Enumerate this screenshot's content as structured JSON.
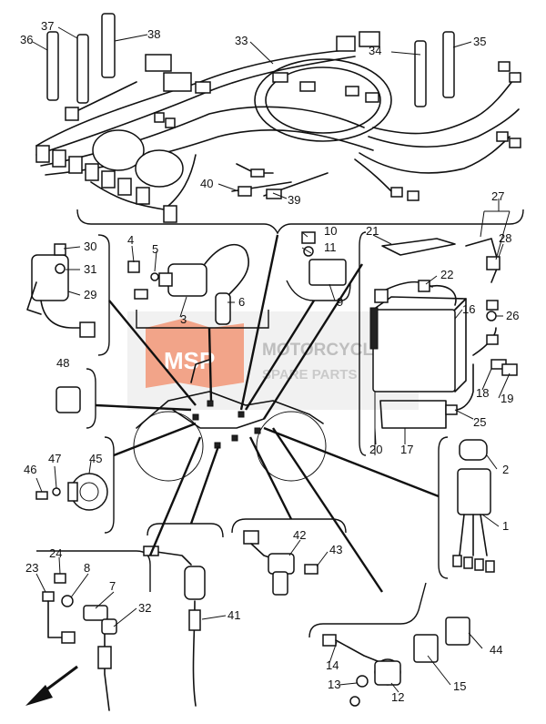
{
  "watermark": {
    "logo_text": "MSP",
    "line1": "MOTORCYCLE",
    "line2": "SPARE PARTS",
    "color": "#e85b2a"
  },
  "labels": {
    "p1": "1",
    "p2": "2",
    "p3": "3",
    "p4": "4",
    "p5": "5",
    "p6": "6",
    "p7": "7",
    "p8": "8",
    "p9": "9",
    "p10": "10",
    "p11": "11",
    "p12": "12",
    "p13": "13",
    "p14": "14",
    "p15": "15",
    "p16": "16",
    "p17": "17",
    "p18": "18",
    "p19": "19",
    "p20": "20",
    "p21": "21",
    "p22": "22",
    "p23": "23",
    "p24": "24",
    "p25": "25",
    "p26": "26",
    "p27": "27",
    "p28": "28",
    "p29": "29",
    "p30": "30",
    "p31": "31",
    "p32": "32",
    "p33": "33",
    "p34": "34",
    "p35": "35",
    "p36": "36",
    "p37": "37",
    "p38": "38",
    "p39": "39",
    "p40": "40",
    "p41": "41",
    "p42": "42",
    "p43": "43",
    "p44": "44",
    "p45": "45",
    "p46": "46",
    "p47": "47",
    "p48": "48"
  },
  "icons": {
    "direction_arrow": "front-arrow-icon"
  }
}
